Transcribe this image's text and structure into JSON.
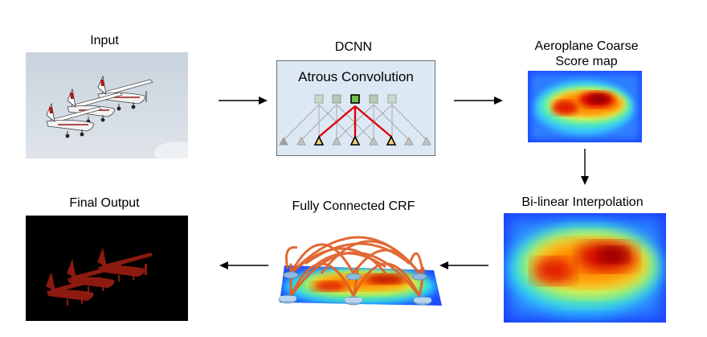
{
  "stages": {
    "input": {
      "label": "Input"
    },
    "dcnn": {
      "label": "DCNN",
      "inner_label": "Atrous Convolution"
    },
    "coarse": {
      "label_line1": "Aeroplane Coarse",
      "label_line2": "Score map"
    },
    "interp": {
      "label": "Bi-linear Interpolation"
    },
    "crf": {
      "label": "Fully Connected CRF"
    },
    "output": {
      "label": "Final Output"
    }
  },
  "colors": {
    "dcnn_panel_bg": "#dce9f5",
    "dcnn_panel_border": "#6b6b6b",
    "atrous_highlight": "#e00000",
    "output_bg": "#000000",
    "output_mask": "#8b1a10",
    "crf_edges": "#e0622a",
    "crf_nodes": "#8fb8dc"
  }
}
